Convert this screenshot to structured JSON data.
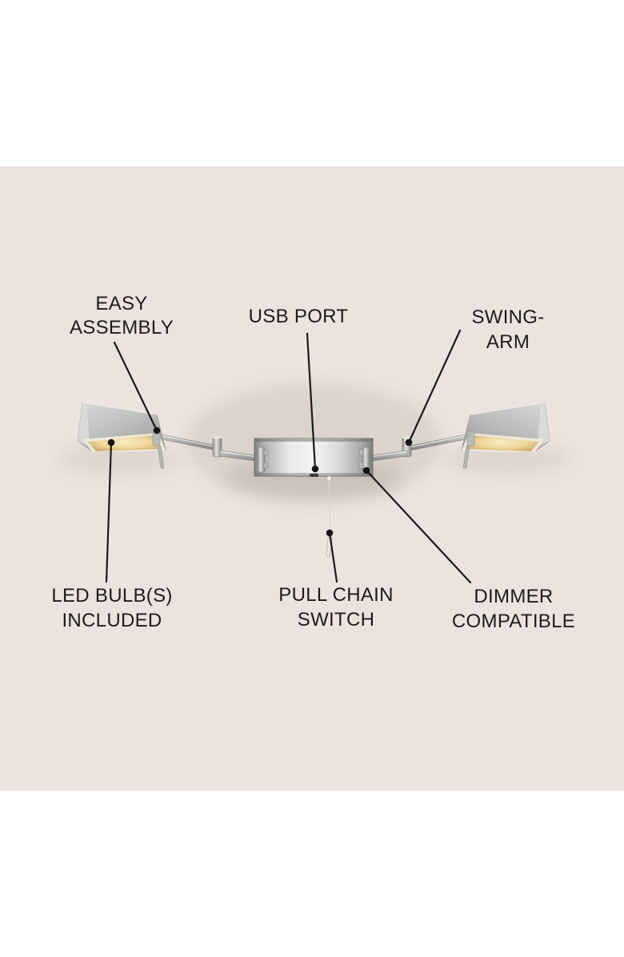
{
  "image_type": "annotated product feature diagram",
  "product": "double swing-arm wall lamp with two shades and central wall plate",
  "colors": {
    "page_background": "#ffffff",
    "scene_background": "#ece3de",
    "text": "#1d1b1a",
    "annotation_line": "#1a1a1a",
    "metal_light": "#f2f2f0",
    "metal_dark": "#8a8a88",
    "bulb_glow": "#eed79c"
  },
  "callouts": {
    "easy_assembly": {
      "label": "EASY\nASSEMBLY"
    },
    "usb_port": {
      "label": "USB PORT"
    },
    "swing_arm": {
      "label": "SWING-ARM"
    },
    "led_bulbs": {
      "label": "LED BULB(S)\nINCLUDED"
    },
    "pull_chain": {
      "label": "PULL CHAIN\nSWITCH"
    },
    "dimmer": {
      "label": "DIMMER\nCOMPATIBLE"
    }
  }
}
